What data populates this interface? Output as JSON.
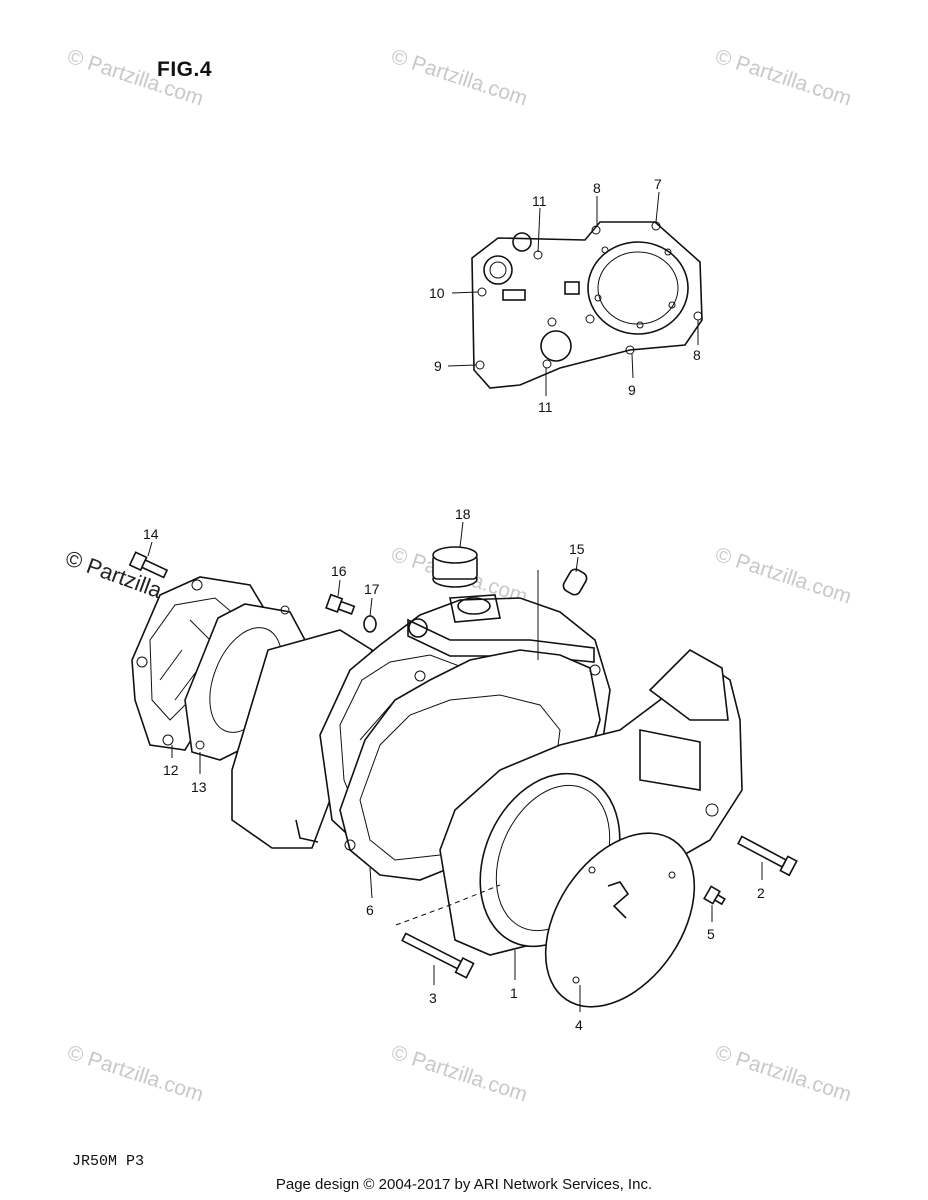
{
  "figure": {
    "title": "FIG.4",
    "code": "JR50M P3"
  },
  "footer": {
    "text": "Page design © 2004-2017 by ARI Network Services, Inc."
  },
  "watermark": {
    "text": "© Partzilla.com",
    "color": "#c8c8c8"
  },
  "callouts": [
    "1",
    "2",
    "3",
    "4",
    "5",
    "6",
    "7",
    "8",
    "8",
    "9",
    "9",
    "10",
    "11",
    "11",
    "12",
    "13",
    "14",
    "15",
    "16",
    "17",
    "18"
  ]
}
